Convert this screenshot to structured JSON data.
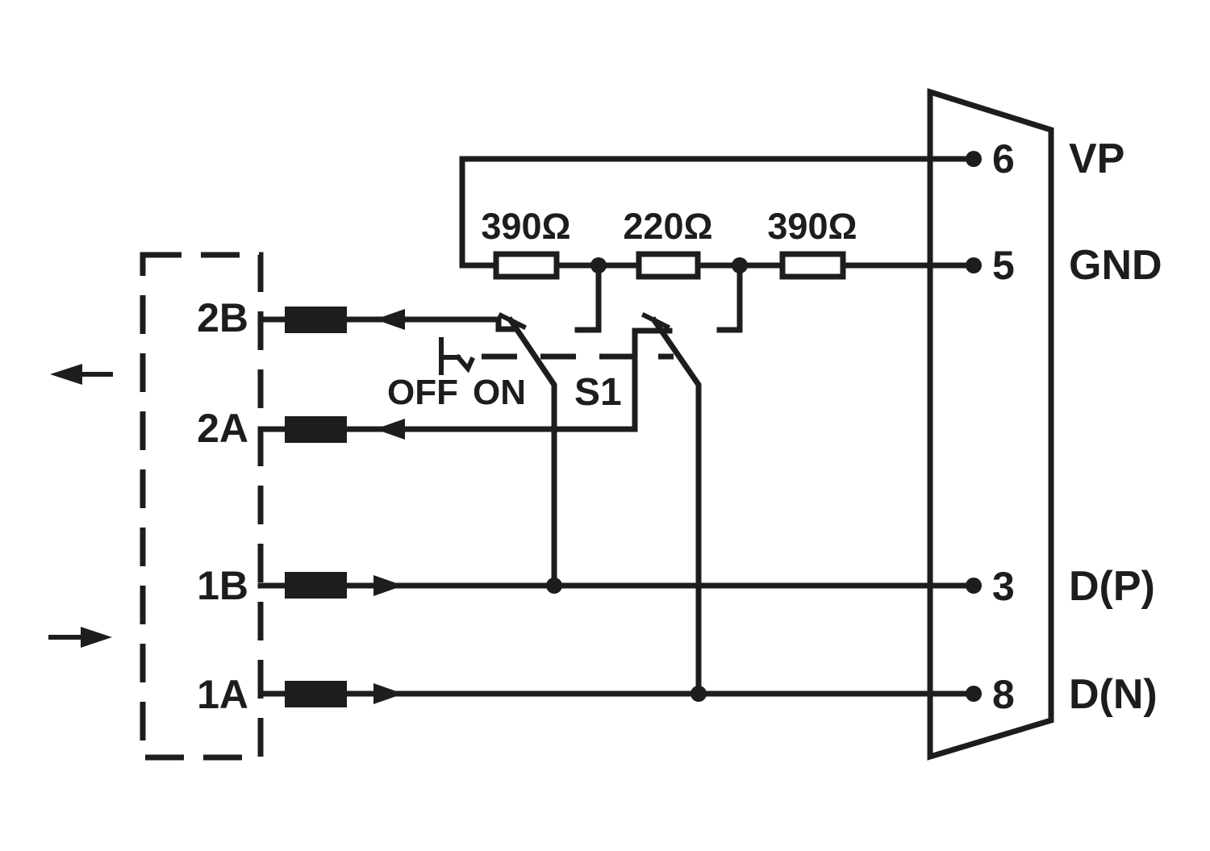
{
  "diagram": {
    "colors": {
      "ink": "#1d1d1b",
      "background": "#ffffff"
    },
    "resistors": [
      {
        "label": "390Ω"
      },
      {
        "label": "220Ω"
      },
      {
        "label": "390Ω"
      }
    ],
    "switch": {
      "name": "S1",
      "off_label": "OFF",
      "on_label": "ON"
    },
    "terminals": [
      {
        "label": "2B"
      },
      {
        "label": "2A"
      },
      {
        "label": "1B"
      },
      {
        "label": "1A"
      }
    ],
    "connector_pins": [
      {
        "number": "6",
        "signal": "VP"
      },
      {
        "number": "5",
        "signal": "GND"
      },
      {
        "number": "3",
        "signal": "D(P)"
      },
      {
        "number": "8",
        "signal": "D(N)"
      }
    ]
  }
}
